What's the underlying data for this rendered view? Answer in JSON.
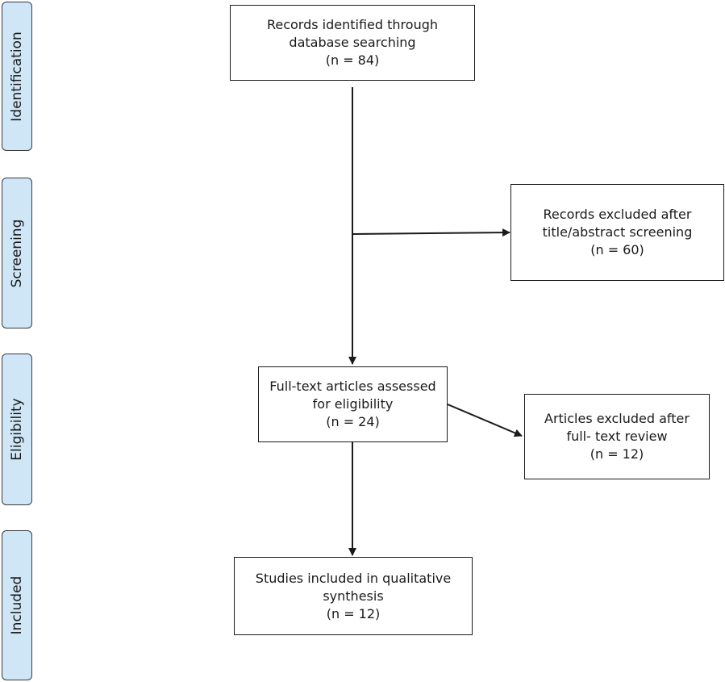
{
  "stages": {
    "identification": "Identification",
    "screening": "Screening",
    "eligibility": "Eligibility",
    "included": "Included"
  },
  "boxes": {
    "identified": {
      "line1": "Records identified through",
      "line2": "database searching",
      "count": "(n = 84)"
    },
    "excluded_screening": {
      "line1": "Records excluded after",
      "line2": "title/abstract screening",
      "count": "(n = 60)"
    },
    "full_text": {
      "line1": "Full-text articles assessed",
      "line2": "for eligibility",
      "count": "(n = 24)"
    },
    "excluded_fulltext": {
      "line1": "Articles excluded after",
      "line2": "full- text review",
      "count": "(n = 12)"
    },
    "included": {
      "line1": "Studies included in qualitative",
      "line2": "synthesis",
      "count": "(n = 12)"
    }
  }
}
